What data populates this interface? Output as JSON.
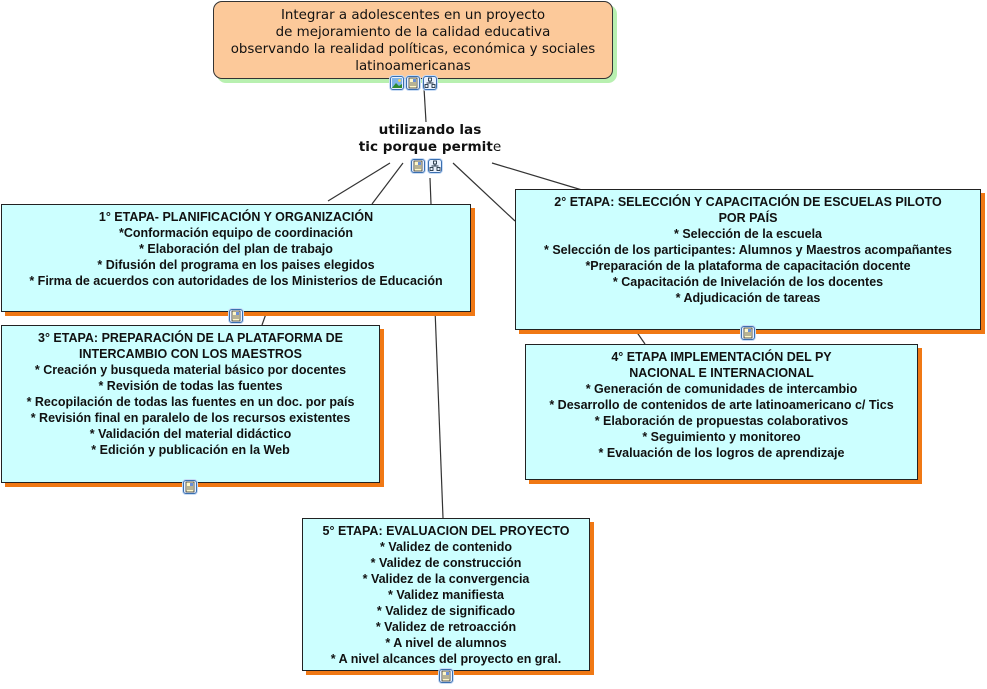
{
  "root": {
    "lines": [
      "Integrar a adolescentes en un proyecto",
      "de mejoramiento de la calidad educativa",
      "observando la realidad políticas, económica y sociales",
      "latinoamericanas"
    ],
    "icons": [
      "image-icon",
      "note-icon",
      "hierarchy-icon"
    ]
  },
  "linking_phrase": {
    "line1": "utilizando las",
    "line2_bold": "tic porque permit",
    "line2_tail": "e",
    "icons": [
      "note-icon",
      "hierarchy-icon"
    ]
  },
  "stages": [
    {
      "title": [
        "1° ETAPA- PLANIFICACIÓN Y ORGANIZACIÓN"
      ],
      "items": [
        "*Conformación equipo de coordinación",
        "* Elaboración del plan de trabajo",
        "* Difusión del programa en los paises elegidos",
        "* Firma de acuerdos con autoridades de los Ministerios de Educación"
      ]
    },
    {
      "title": [
        "2° ETAPA: SELECCIÓN Y CAPACITACIÓN DE ESCUELAS PILOTO",
        "POR PAÍS"
      ],
      "items": [
        "* Selección de la escuela",
        "* Selección de los participantes: Alumnos y Maestros acompañantes",
        "*Preparación de la plataforma de capacitación docente",
        "* Capacitación de Inivelación de los docentes",
        "* Adjudicación de tareas"
      ]
    },
    {
      "title": [
        "3° ETAPA: PREPARACIÓN DE LA PLATAFORMA DE",
        "INTERCAMBIO CON LOS MAESTROS"
      ],
      "items": [
        "* Creación y busqueda material básico por docentes",
        "* Revisión de todas las fuentes",
        "* Recopilación de todas las fuentes en un doc.  por país",
        "* Revisión final en paralelo de los recursos existentes",
        "* Validación del material didáctico",
        "* Edición y publicación en la Web"
      ]
    },
    {
      "title": [
        "4° ETAPA IMPLEMENTACIÓN DEL PY",
        "NACIONAL E INTERNACIONAL"
      ],
      "items": [
        "* Generación de comunidades de intercambio",
        "* Desarrollo de contenidos de arte latinoamericano c/ Tics",
        "* Elaboración de propuestas colaborativos",
        "* Seguimiento y monitoreo",
        "* Evaluación de los logros de aprendizaje"
      ]
    },
    {
      "title": [
        "5° ETAPA: EVALUACION DEL PROYECTO"
      ],
      "items": [
        "* Validez de contenido",
        "* Validez de construcción",
        "* Validez de la convergencia",
        "* Validez manifiesta",
        "* Validez de significado",
        "* Validez de retroacción",
        "* A nivel de alumnos",
        "* A nivel alcances del proyecto en gral."
      ]
    }
  ],
  "colors": {
    "root_fill": "#fcc99a",
    "root_shadow": "#b8f0b0",
    "stage_fill": "#ccffff",
    "stage_shadow": "#f07814"
  }
}
